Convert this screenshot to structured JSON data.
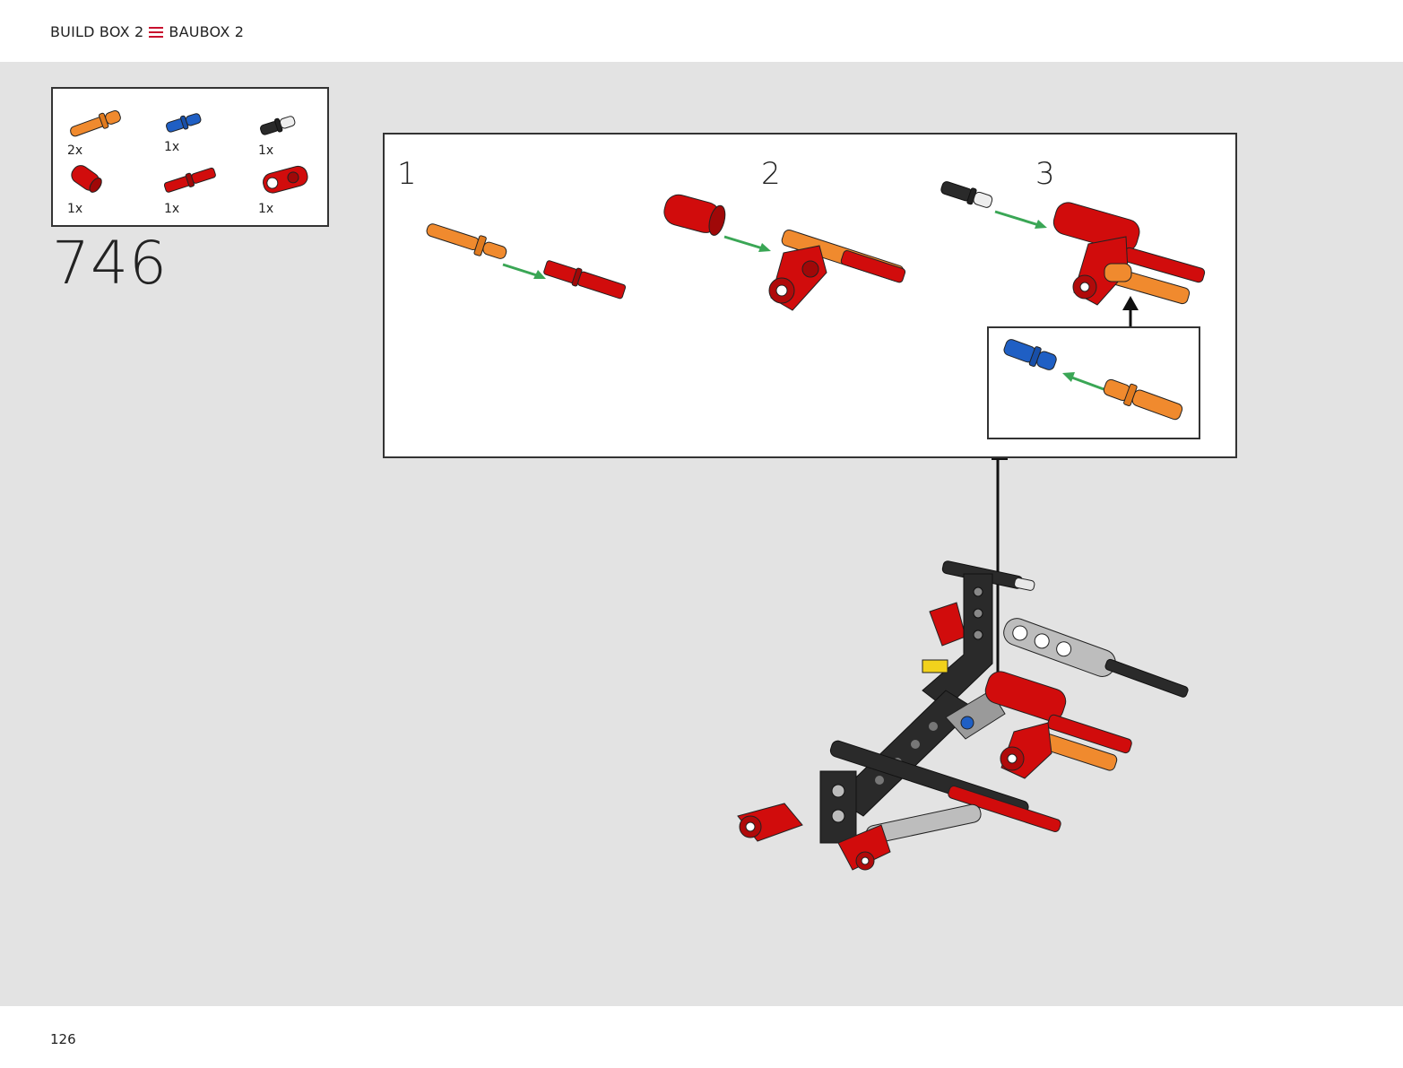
{
  "header": {
    "left_label": "BUILD BOX 2",
    "right_label": "BAUBOX 2",
    "separator_icon": "menu-icon"
  },
  "parts": [
    {
      "qty": "2x",
      "color": "#f08a2e",
      "icon": "orange-axle-pin-icon"
    },
    {
      "qty": "1x",
      "color": "#1f5fc4",
      "icon": "blue-pin-icon"
    },
    {
      "qty": "1x",
      "color": "#333333",
      "icon": "black-pin-icon"
    },
    {
      "qty": "1x",
      "color": "#d10c0c",
      "icon": "red-connector-icon"
    },
    {
      "qty": "1x",
      "color": "#d10c0c",
      "icon": "red-axle-icon"
    },
    {
      "qty": "1x",
      "color": "#d10c0c",
      "icon": "red-perpendicular-connector-icon"
    }
  ],
  "step": {
    "number": "746"
  },
  "substeps": [
    {
      "number": "1"
    },
    {
      "number": "2"
    },
    {
      "number": "3"
    }
  ],
  "colors": {
    "arrow_green": "#3aa655",
    "red": "#d10c0c",
    "orange": "#f08a2e",
    "blue": "#1f5fc4",
    "black": "#2a2a2a",
    "grey": "#9a9a9a"
  },
  "footer": {
    "page_number": "126"
  }
}
